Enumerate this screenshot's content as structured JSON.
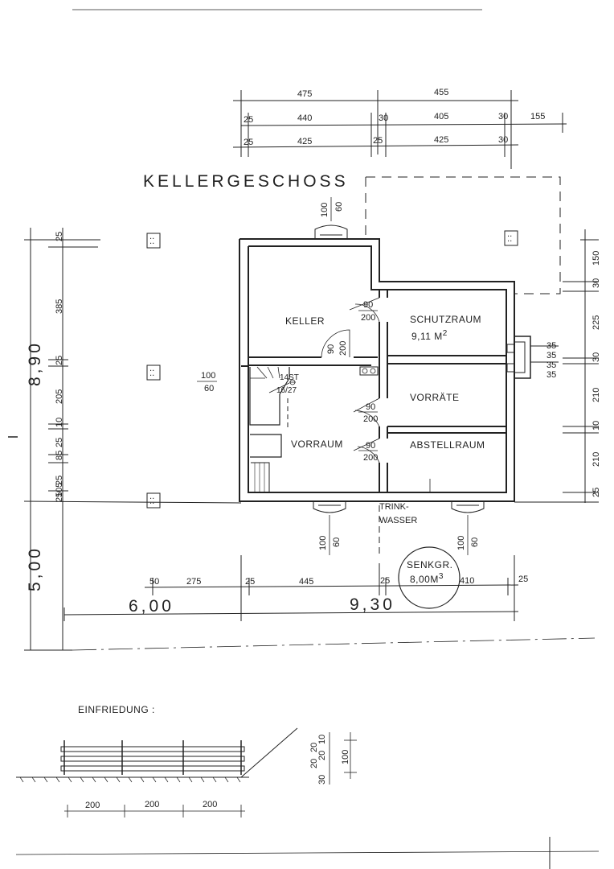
{
  "title": "KELLERGESCHOSS",
  "rooms": {
    "keller": "KELLER",
    "schutzraum": "SCHUTZRAUM",
    "schutzraum_area": "9,11 M",
    "schutzraum_area_sup": "2",
    "vorraete": "VORRÄTE",
    "vorraum": "VORRAUM",
    "abstellraum": "ABSTELLRAUM"
  },
  "stair": {
    "steps": "14ST",
    "ratio": "16/27"
  },
  "trinkwasser": {
    "line1": "TRINK-",
    "line2": "WASSER"
  },
  "senkgrube": {
    "line1": "SENKGR.",
    "line2": "8,00M",
    "sup": "3"
  },
  "einfriedung": "EINFRIEDUNG :",
  "openings": {
    "top_vent": [
      "100",
      "60"
    ],
    "left_vent": [
      "100",
      "60"
    ],
    "bottom_left_vent": [
      "100",
      "60"
    ],
    "bottom_right_vent": [
      "100",
      "60"
    ],
    "door_keller": [
      "90",
      "200"
    ],
    "door_keller_vert": [
      "90",
      "200"
    ],
    "door_vorraete": [
      "90",
      "200"
    ],
    "door_abstell": [
      "90",
      "200"
    ]
  },
  "top_dims": {
    "row1": [
      "475",
      "455"
    ],
    "row2": [
      "25",
      "440",
      "30",
      "405",
      "30",
      "155"
    ],
    "row3": [
      "25",
      "425",
      "25",
      "425",
      "30"
    ]
  },
  "left_dims": {
    "total": [
      "8,90",
      "5,00"
    ],
    "segments": [
      "25",
      "385",
      "25",
      "205",
      "10",
      "25",
      "85",
      "25",
      "105",
      "25"
    ]
  },
  "right_dims": [
    "150",
    "30",
    "225",
    "30",
    "210",
    "10",
    "210",
    "25",
    "35",
    "35",
    "35",
    "35"
  ],
  "bottom_dims": {
    "row1": [
      "50",
      "275",
      "25",
      "445",
      "25",
      "410",
      "25"
    ],
    "row2": [
      "6,00",
      "9,30"
    ]
  },
  "fence_dims": {
    "horizontal": [
      "200",
      "200",
      "200"
    ],
    "vertical": [
      "30",
      "20",
      "20",
      "20",
      "10",
      "100"
    ]
  }
}
